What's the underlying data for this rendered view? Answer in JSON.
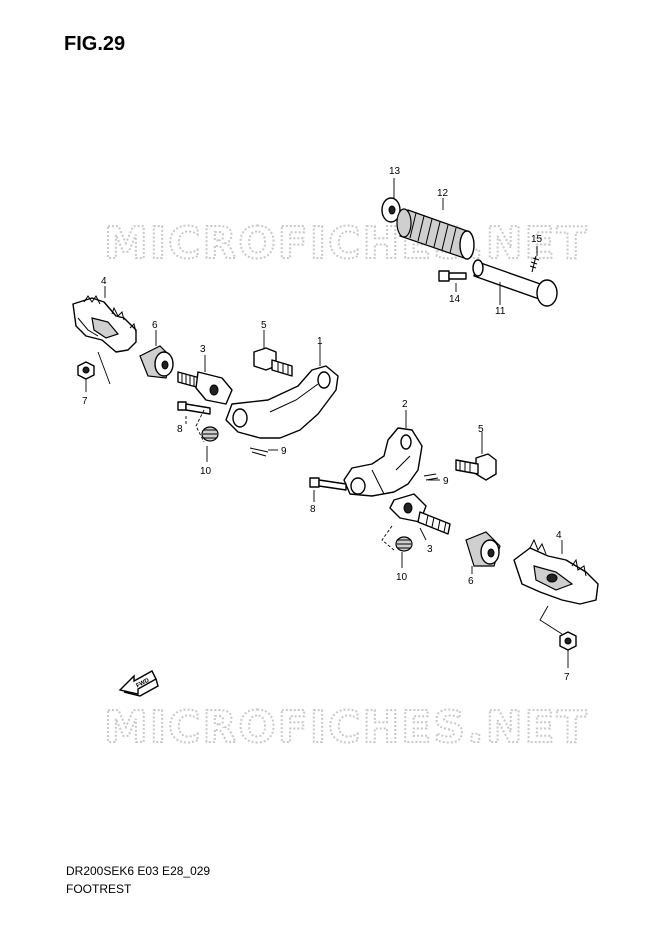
{
  "figure": {
    "title": "FIG.29"
  },
  "watermark": "MICROFICHES.NET",
  "footer": {
    "code": "DR200SEK6 E03 E28_029",
    "name": "FOOTREST"
  },
  "fwd_label": "FWD",
  "labels": {
    "p1": "1",
    "p2": "2",
    "p3a": "3",
    "p3b": "3",
    "p4a": "4",
    "p4b": "4",
    "p5a": "5",
    "p5b": "5",
    "p6a": "6",
    "p6b": "6",
    "p7a": "7",
    "p7b": "7",
    "p8a": "8",
    "p8b": "8",
    "p9a": "9",
    "p9b": "9",
    "p10a": "10",
    "p10b": "10",
    "p11": "11",
    "p12": "12",
    "p13": "13",
    "p14": "14",
    "p15": "15"
  }
}
